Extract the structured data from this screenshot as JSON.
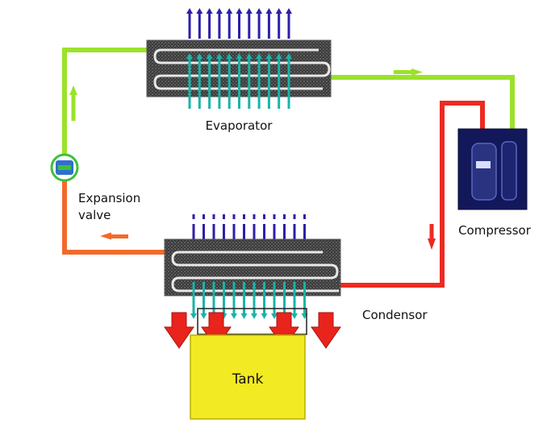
{
  "labels": {
    "evaporator": "Evaporator",
    "compressor": "Compressor",
    "condensor": "Condensor",
    "expansion_line1": "Expansion",
    "expansion_line2": "valve",
    "tank": "Tank"
  },
  "colors": {
    "cold_pipe": "#9be22a",
    "hot_pipe": "#ee2a22",
    "warm_pipe": "#f26a2a",
    "coil_frame": "#2b2b2b",
    "coil_pipe": "#ffffff",
    "air_in": "#1bb3a8",
    "air_out": "#2c1fa8",
    "heat_arrow": "#e8241c",
    "tank_fill": "#f2ea22",
    "compressor_body": "#12185a",
    "valve_green": "#3fbf3a"
  }
}
